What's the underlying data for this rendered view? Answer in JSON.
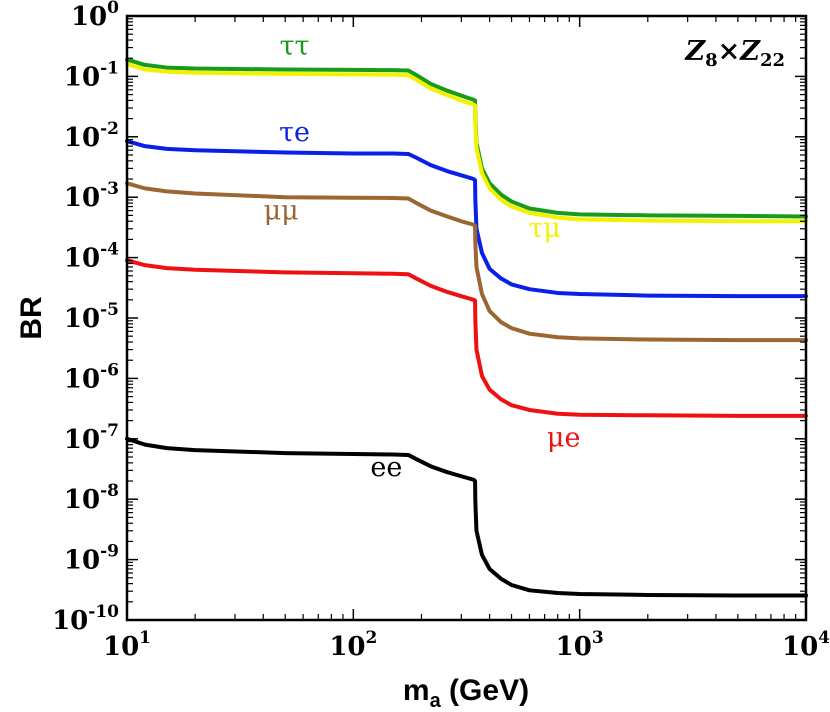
{
  "chart_data": {
    "type": "line",
    "xlabel_base": "m",
    "xlabel_sub": "a",
    "xlabel_rest": " (GeV)",
    "ylabel": "BR",
    "x_scale": "log",
    "y_scale": "log",
    "xlim": [
      10,
      10000
    ],
    "ylim": [
      1e-10,
      1
    ],
    "grid": false,
    "x_ticks": [
      {
        "value": 10,
        "base": "10",
        "exp": "1"
      },
      {
        "value": 100,
        "base": "10",
        "exp": "2"
      },
      {
        "value": 1000,
        "base": "10",
        "exp": "3"
      },
      {
        "value": 10000,
        "base": "10",
        "exp": "4"
      }
    ],
    "y_ticks": [
      {
        "value": 1,
        "base": "10",
        "exp": "0"
      },
      {
        "value": 0.1,
        "base": "10",
        "exp": "-1"
      },
      {
        "value": 0.01,
        "base": "10",
        "exp": "-2"
      },
      {
        "value": 0.001,
        "base": "10",
        "exp": "-3"
      },
      {
        "value": 0.0001,
        "base": "10",
        "exp": "-4"
      },
      {
        "value": 1e-05,
        "base": "10",
        "exp": "-5"
      },
      {
        "value": 1e-06,
        "base": "10",
        "exp": "-6"
      },
      {
        "value": 1e-07,
        "base": "10",
        "exp": "-7"
      },
      {
        "value": 1e-08,
        "base": "10",
        "exp": "-8"
      },
      {
        "value": 1e-09,
        "base": "10",
        "exp": "-9"
      },
      {
        "value": 1e-10,
        "base": "10",
        "exp": "-10"
      }
    ],
    "model": {
      "part1": "Z",
      "sub1": "8",
      "times": "×",
      "part2": "Z",
      "sub2": "22"
    },
    "series": [
      {
        "name": "ττ",
        "color": "#1a9a1a",
        "points": [
          [
            10,
            0.19
          ],
          [
            12,
            0.155
          ],
          [
            15,
            0.14
          ],
          [
            20,
            0.135
          ],
          [
            50,
            0.13
          ],
          [
            100,
            0.128
          ],
          [
            150,
            0.127
          ],
          [
            175,
            0.125
          ],
          [
            190,
            0.105
          ],
          [
            220,
            0.075
          ],
          [
            260,
            0.058
          ],
          [
            300,
            0.048
          ],
          [
            340,
            0.041
          ],
          [
            345,
            0.04
          ],
          [
            346,
            0.02
          ],
          [
            350,
            0.008
          ],
          [
            370,
            0.003
          ],
          [
            400,
            0.0017
          ],
          [
            450,
            0.0011
          ],
          [
            500,
            0.00085
          ],
          [
            600,
            0.00065
          ],
          [
            800,
            0.00055
          ],
          [
            1000,
            0.00052
          ],
          [
            2000,
            0.0005
          ],
          [
            5000,
            0.00049
          ],
          [
            10000,
            0.00048
          ]
        ],
        "label": {
          "text": "ττ",
          "x": 55,
          "y": 0.23
        }
      },
      {
        "name": "τμ",
        "color": "#f2f200",
        "points": [
          [
            10,
            0.16
          ],
          [
            12,
            0.13
          ],
          [
            15,
            0.12
          ],
          [
            20,
            0.115
          ],
          [
            50,
            0.11
          ],
          [
            100,
            0.108
          ],
          [
            150,
            0.107
          ],
          [
            175,
            0.105
          ],
          [
            190,
            0.088
          ],
          [
            220,
            0.063
          ],
          [
            260,
            0.049
          ],
          [
            300,
            0.04
          ],
          [
            340,
            0.034
          ],
          [
            345,
            0.033
          ],
          [
            346,
            0.016
          ],
          [
            350,
            0.0065
          ],
          [
            370,
            0.0025
          ],
          [
            400,
            0.0014
          ],
          [
            450,
            0.0009
          ],
          [
            500,
            0.0007
          ],
          [
            600,
            0.00055
          ],
          [
            800,
            0.00046
          ],
          [
            1000,
            0.00043
          ],
          [
            2000,
            0.00041
          ],
          [
            5000,
            0.0004
          ],
          [
            10000,
            0.0004
          ]
        ],
        "label": {
          "text": "τμ",
          "x": 700,
          "y": 0.00022
        }
      },
      {
        "name": "τe",
        "color": "#0b20e6",
        "points": [
          [
            10,
            0.0085
          ],
          [
            12,
            0.007
          ],
          [
            15,
            0.0063
          ],
          [
            20,
            0.006
          ],
          [
            50,
            0.0055
          ],
          [
            100,
            0.0053
          ],
          [
            150,
            0.0053
          ],
          [
            175,
            0.0052
          ],
          [
            190,
            0.0045
          ],
          [
            220,
            0.0034
          ],
          [
            260,
            0.0027
          ],
          [
            300,
            0.0023
          ],
          [
            340,
            0.002
          ],
          [
            345,
            0.0019
          ],
          [
            346,
            0.0009
          ],
          [
            350,
            0.0003
          ],
          [
            370,
            0.00012
          ],
          [
            400,
            6.5e-05
          ],
          [
            450,
            4.5e-05
          ],
          [
            500,
            3.6e-05
          ],
          [
            600,
            3e-05
          ],
          [
            800,
            2.6e-05
          ],
          [
            1000,
            2.5e-05
          ],
          [
            2000,
            2.35e-05
          ],
          [
            5000,
            2.3e-05
          ],
          [
            10000,
            2.3e-05
          ]
        ],
        "label": {
          "text": "τe",
          "x": 55,
          "y": 0.0085
        }
      },
      {
        "name": "μμ",
        "color": "#9c6633",
        "points": [
          [
            10,
            0.0017
          ],
          [
            12,
            0.0014
          ],
          [
            15,
            0.00125
          ],
          [
            20,
            0.00115
          ],
          [
            50,
            0.001
          ],
          [
            100,
            0.00098
          ],
          [
            150,
            0.00097
          ],
          [
            175,
            0.00095
          ],
          [
            190,
            0.0008
          ],
          [
            220,
            0.0006
          ],
          [
            260,
            0.00048
          ],
          [
            300,
            0.0004
          ],
          [
            340,
            0.00035
          ],
          [
            345,
            0.00034
          ],
          [
            346,
            0.00017
          ],
          [
            350,
            7e-05
          ],
          [
            370,
            2.5e-05
          ],
          [
            400,
            1.3e-05
          ],
          [
            450,
            8.5e-06
          ],
          [
            500,
            6.8e-06
          ],
          [
            600,
            5.5e-06
          ],
          [
            800,
            4.8e-06
          ],
          [
            1000,
            4.6e-06
          ],
          [
            2000,
            4.4e-06
          ],
          [
            5000,
            4.3e-06
          ],
          [
            10000,
            4.3e-06
          ]
        ],
        "label": {
          "text": "μμ",
          "x": 48,
          "y": 0.00043
        }
      },
      {
        "name": "μe",
        "color": "#ee1111",
        "points": [
          [
            10,
            9e-05
          ],
          [
            12,
            7.5e-05
          ],
          [
            15,
            6.7e-05
          ],
          [
            20,
            6.3e-05
          ],
          [
            50,
            5.7e-05
          ],
          [
            100,
            5.5e-05
          ],
          [
            150,
            5.4e-05
          ],
          [
            175,
            5.3e-05
          ],
          [
            190,
            4.5e-05
          ],
          [
            220,
            3.4e-05
          ],
          [
            260,
            2.7e-05
          ],
          [
            300,
            2.3e-05
          ],
          [
            340,
            2e-05
          ],
          [
            345,
            1.95e-05
          ],
          [
            346,
            9e-06
          ],
          [
            350,
            3e-06
          ],
          [
            370,
            1.1e-06
          ],
          [
            400,
            6.5e-07
          ],
          [
            450,
            4.5e-07
          ],
          [
            500,
            3.6e-07
          ],
          [
            600,
            3e-07
          ],
          [
            800,
            2.6e-07
          ],
          [
            1000,
            2.5e-07
          ],
          [
            2000,
            2.45e-07
          ],
          [
            5000,
            2.4e-07
          ],
          [
            10000,
            2.4e-07
          ]
        ],
        "label": {
          "text": "μe",
          "x": 850,
          "y": 7.5e-08
        }
      },
      {
        "name": "ee",
        "color": "#000000",
        "points": [
          [
            10,
            1e-07
          ],
          [
            12,
            8e-08
          ],
          [
            15,
            7e-08
          ],
          [
            20,
            6.5e-08
          ],
          [
            50,
            5.8e-08
          ],
          [
            100,
            5.6e-08
          ],
          [
            150,
            5.5e-08
          ],
          [
            175,
            5.4e-08
          ],
          [
            190,
            4.6e-08
          ],
          [
            220,
            3.5e-08
          ],
          [
            260,
            2.8e-08
          ],
          [
            300,
            2.4e-08
          ],
          [
            340,
            2.1e-08
          ],
          [
            345,
            2e-08
          ],
          [
            346,
            9e-09
          ],
          [
            350,
            3e-09
          ],
          [
            370,
            1.2e-09
          ],
          [
            400,
            7e-10
          ],
          [
            450,
            4.8e-10
          ],
          [
            500,
            3.8e-10
          ],
          [
            600,
            3.1e-10
          ],
          [
            800,
            2.8e-10
          ],
          [
            1000,
            2.7e-10
          ],
          [
            2000,
            2.6e-10
          ],
          [
            5000,
            2.55e-10
          ],
          [
            10000,
            2.55e-10
          ]
        ],
        "label": {
          "text": "ee",
          "x": 140,
          "y": 2.4e-08
        }
      }
    ]
  }
}
